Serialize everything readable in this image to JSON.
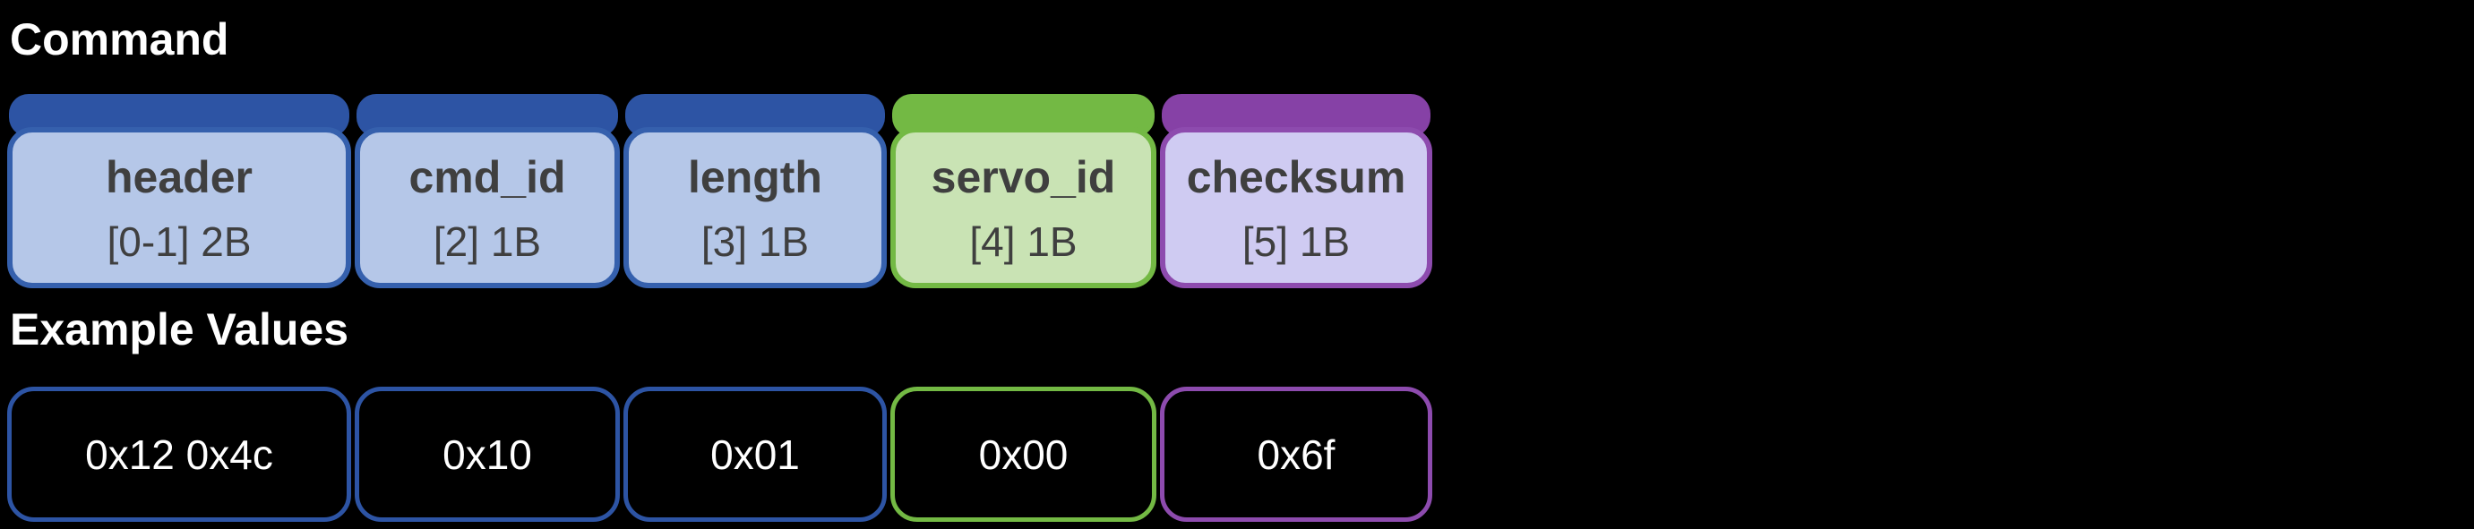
{
  "titles": {
    "command": "Command",
    "examples": "Example Values"
  },
  "fields": [
    {
      "name": "header",
      "bytes": "[0-1] 2B",
      "scheme": "blue",
      "value": "0x12 0x4c"
    },
    {
      "name": "cmd_id",
      "bytes": "[2] 1B",
      "scheme": "blue",
      "value": "0x10"
    },
    {
      "name": "length",
      "bytes": "[3] 1B",
      "scheme": "blue",
      "value": "0x01"
    },
    {
      "name": "servo_id",
      "bytes": "[4] 1B",
      "scheme": "green",
      "value": "0x00"
    },
    {
      "name": "checksum",
      "bytes": "[5] 1B",
      "scheme": "purple",
      "value": "0x6f"
    }
  ],
  "colors": {
    "blue_cap": "#2D54A4",
    "blue_body": "#B5C7E8",
    "blue_border": "#3560AD",
    "green_cap": "#73B944",
    "green_body": "#C9E3B4",
    "green_border": "#73B944",
    "purple_cap": "#8641A6",
    "purple_body": "#CFCBF2",
    "purple_border": "#8D4BAE",
    "label_text": "#3F3F3F",
    "title_text": "#FFFFFF",
    "value_text": "#FFFFFF",
    "background": "#000000"
  }
}
